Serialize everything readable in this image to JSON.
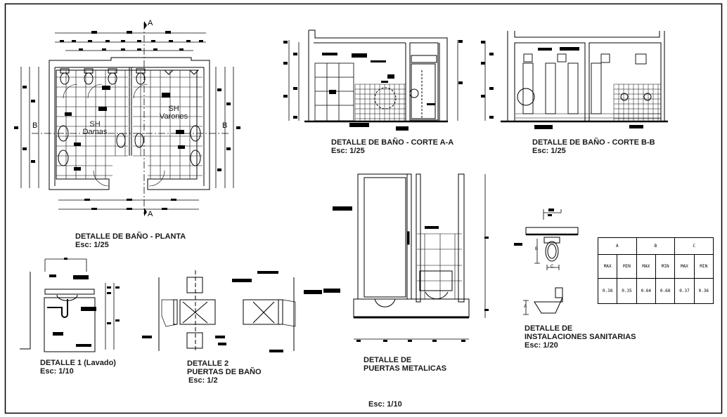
{
  "sheet": {
    "scale_note": "Esc: 1/10",
    "line_color": "#000000",
    "text_color": "#1a1a1a"
  },
  "plan": {
    "title": "DETALLE DE BAÑO - PLANTA",
    "scale": "Esc: 1/25",
    "section_marks": {
      "a": "A",
      "b": "B"
    },
    "rooms": {
      "dames_line1": "SH",
      "dames_line2": "Damas",
      "men_line1": "SH",
      "men_line2": "Varones"
    }
  },
  "corte_aa": {
    "title": "DETALLE DE BAÑO - CORTE A-A",
    "scale": "Esc: 1/25"
  },
  "corte_bb": {
    "title": "DETALLE DE BAÑO - CORTE B-B",
    "scale": "Esc: 1/25"
  },
  "detalle1": {
    "title": "DETALLE 1 (Lavado)",
    "scale": "Esc: 1/10"
  },
  "detalle2": {
    "title_line1": "DETALLE 2",
    "title_line2": "PUERTAS DE BAÑO",
    "scale": "Esc: 1/2"
  },
  "puertas": {
    "title_line1": "DETALLE DE",
    "title_line2": "PUERTAS METALICAS"
  },
  "sanitarias": {
    "title_line1": "DETALLE DE",
    "title_line2": "INSTALACIONES SANITARIAS",
    "scale": "Esc: 1/20",
    "dim_labels": {
      "a": "A",
      "b": "B",
      "c": "C"
    },
    "table": {
      "groups": [
        "A",
        "B",
        "C"
      ],
      "subheaders": [
        "MAX",
        "MIN",
        "MAX",
        "MIN",
        "MAX",
        "MIN"
      ],
      "values": [
        "0.38",
        "0.35",
        "0.64",
        "0.68",
        "0.37",
        "0.36"
      ]
    }
  }
}
